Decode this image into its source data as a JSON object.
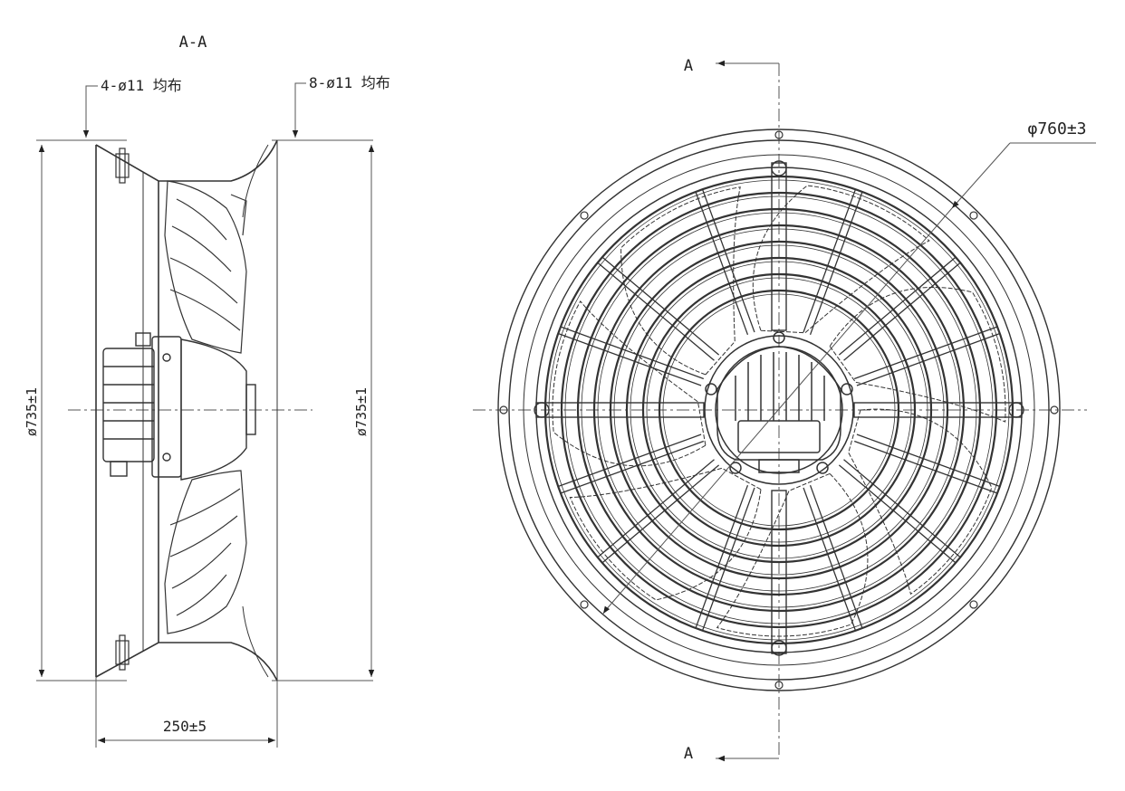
{
  "section": {
    "title": "A-A"
  },
  "side_view": {
    "hole_note_left": "4-ø11 均布",
    "hole_note_right": "8-ø11 均布",
    "dim_height_left": "ø735±1",
    "dim_height_right": "ø735±1",
    "dim_depth": "250±5"
  },
  "front_view": {
    "section_mark_top": "A",
    "section_mark_bottom": "A",
    "dim_diameter": "φ760±3",
    "blade_count": 7,
    "guard_rings": 8,
    "bolt_holes": 8
  },
  "colors": {
    "line": "#333333",
    "background": "#ffffff"
  }
}
